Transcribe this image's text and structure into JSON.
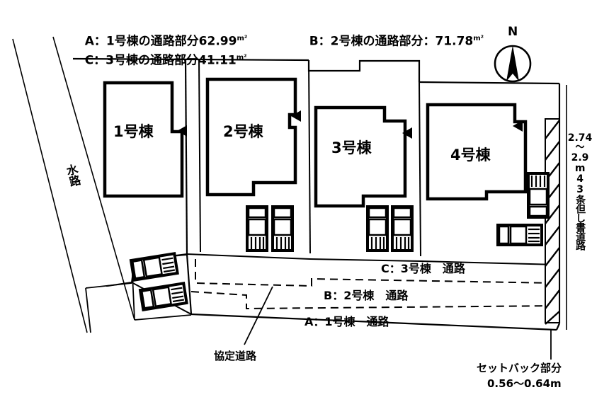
{
  "header": {
    "line1_a": "A：1号棟の通路部分62.99",
    "line1_a_unit": "m²",
    "line1_b": "B：2号棟の通路部分：71.78",
    "line1_b_unit": "m²",
    "line2_c": "C：3号棟の通路部分41.11",
    "line2_c_unit": "m²"
  },
  "compass": {
    "label": "N",
    "icon": "compass-north-icon"
  },
  "buildings": [
    {
      "label": "1号棟",
      "entrance_icon": "entrance-arrow-icon"
    },
    {
      "label": "2号棟",
      "entrance_icon": "entrance-arrow-icon"
    },
    {
      "label": "3号棟",
      "entrance_icon": "entrance-arrow-icon"
    },
    {
      "label": "4号棟",
      "entrance_icon": "entrance-arrow-icon"
    }
  ],
  "passages": [
    {
      "key": "C",
      "label": "C：3号棟　通路"
    },
    {
      "key": "B",
      "label": "B：2号棟　通路"
    },
    {
      "key": "A",
      "label": "A：1号棟　通路"
    }
  ],
  "annotations": {
    "waterway": "水路",
    "agreement_road": "協定道路",
    "setback_line1": "セットバック部分",
    "setback_line2": "0.56〜0.64m",
    "road_width_upper": "2.74",
    "road_width_tilde": "〜",
    "road_width_lower": "2.9",
    "road_width_unit_text": "m43条但し書道路"
  },
  "colors": {
    "stroke": "#000000",
    "background": "#ffffff",
    "car_fill": "#ffffff",
    "car_stroke": "#000000"
  }
}
